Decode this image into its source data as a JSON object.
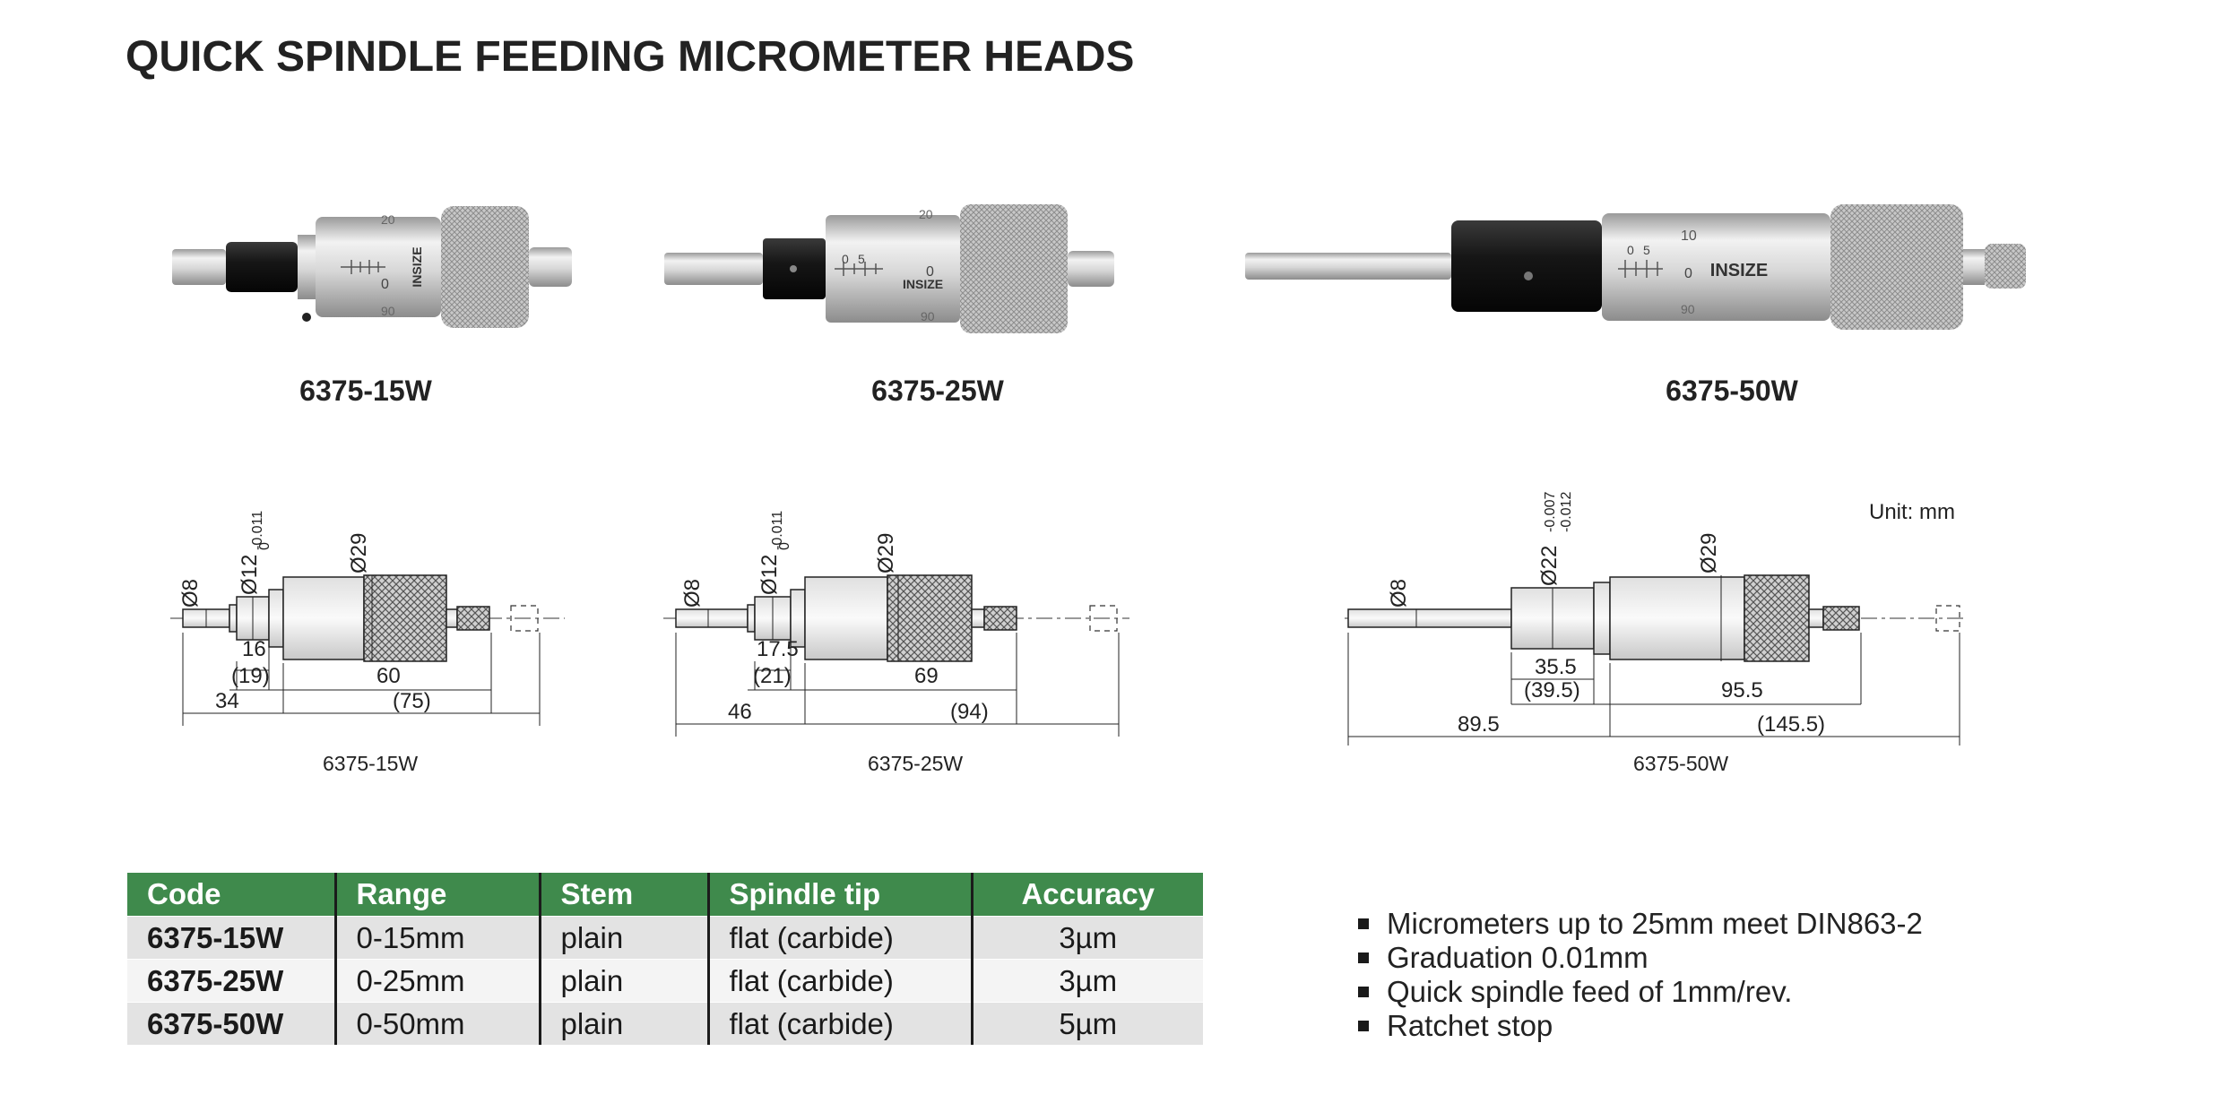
{
  "title": "QUICK SPINDLE FEEDING MICROMETER HEADS",
  "products": [
    {
      "code": "6375-15W",
      "caption": "6375-15W",
      "dims": {
        "stem": "Ø8",
        "collar": "Ø12",
        "collar_tol_up": "0",
        "collar_tol_low": "-0.011",
        "thimble": "Ø29",
        "collar_len": "16",
        "collar_len2": "(19)",
        "body_len": "60",
        "spindle_len": "34",
        "total_len": "(75)"
      }
    },
    {
      "code": "6375-25W",
      "caption": "6375-25W",
      "dims": {
        "stem": "Ø8",
        "collar": "Ø12",
        "collar_tol_up": "0",
        "collar_tol_low": "-0.011",
        "thimble": "Ø29",
        "collar_len": "17.5",
        "collar_len2": "(21)",
        "body_len": "69",
        "spindle_len": "46",
        "total_len": "(94)"
      }
    },
    {
      "code": "6375-50W",
      "caption": "6375-50W",
      "dims": {
        "stem": "Ø8",
        "collar": "Ø22",
        "collar_tol_up": "-0.007",
        "collar_tol_low": "-0.012",
        "thimble": "Ø29",
        "collar_len": "35.5",
        "collar_len2": "(39.5)",
        "body_len": "95.5",
        "spindle_len": "89.5",
        "total_len": "(145.5)"
      }
    }
  ],
  "photo_marks": {
    "brand": "INSIZE",
    "scale_top": "20",
    "scale_mid": "10",
    "scale_zero": "0",
    "scale_bottom": "90",
    "sleeve_5": "5"
  },
  "unit": "Unit: mm",
  "table": {
    "headers": [
      "Code",
      "Range",
      "Stem",
      "Spindle tip",
      "Accuracy"
    ],
    "rows": [
      [
        "6375-15W",
        "0-15mm",
        "plain",
        "flat (carbide)",
        "3µm"
      ],
      [
        "6375-25W",
        "0-25mm",
        "plain",
        "flat (carbide)",
        "3µm"
      ],
      [
        "6375-50W",
        "0-50mm",
        "plain",
        "flat (carbide)",
        "5µm"
      ]
    ]
  },
  "features": [
    "Micrometers up to 25mm meet DIN863-2",
    "Graduation 0.01mm",
    "Quick spindle feed of 1mm/rev.",
    "Ratchet stop"
  ]
}
